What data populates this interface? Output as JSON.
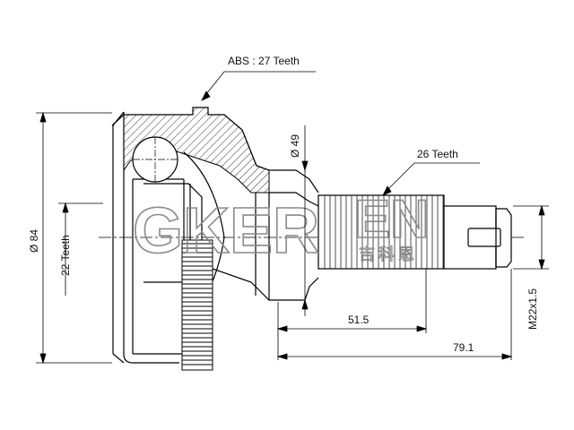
{
  "annotations": {
    "abs_teeth": "ABS : 27 Teeth",
    "spline_teeth": "26 Teeth",
    "inner_teeth": "22 Teeth",
    "outer_diameter": "Ø 84",
    "boot_diameter": "Ø 49",
    "shaft_length": "51.5",
    "total_length": "79.1",
    "thread": "M22x1.5"
  },
  "watermark": {
    "brand": "GKER",
    "tail": "EN",
    "chinese": "吉科恩"
  },
  "colors": {
    "line": "#000000",
    "watermark": "#8a8a8a"
  }
}
